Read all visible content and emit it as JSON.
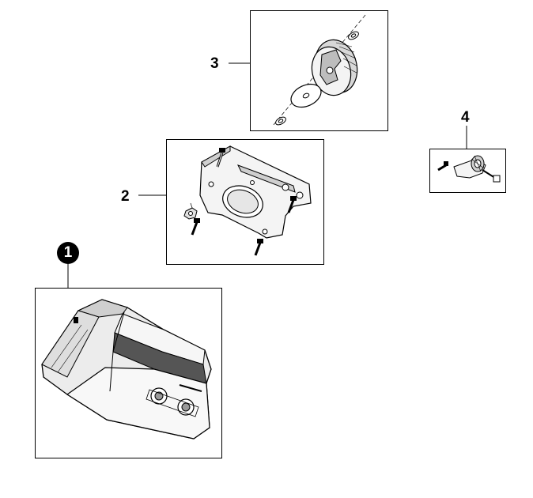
{
  "callouts": {
    "c1": "1",
    "c2": "2",
    "c3": "3",
    "c4": "4"
  },
  "colors": {
    "line": "#000000",
    "part_light": "#f2f2f2",
    "part_mid": "#cfcfcf",
    "part_dark": "#555555"
  }
}
